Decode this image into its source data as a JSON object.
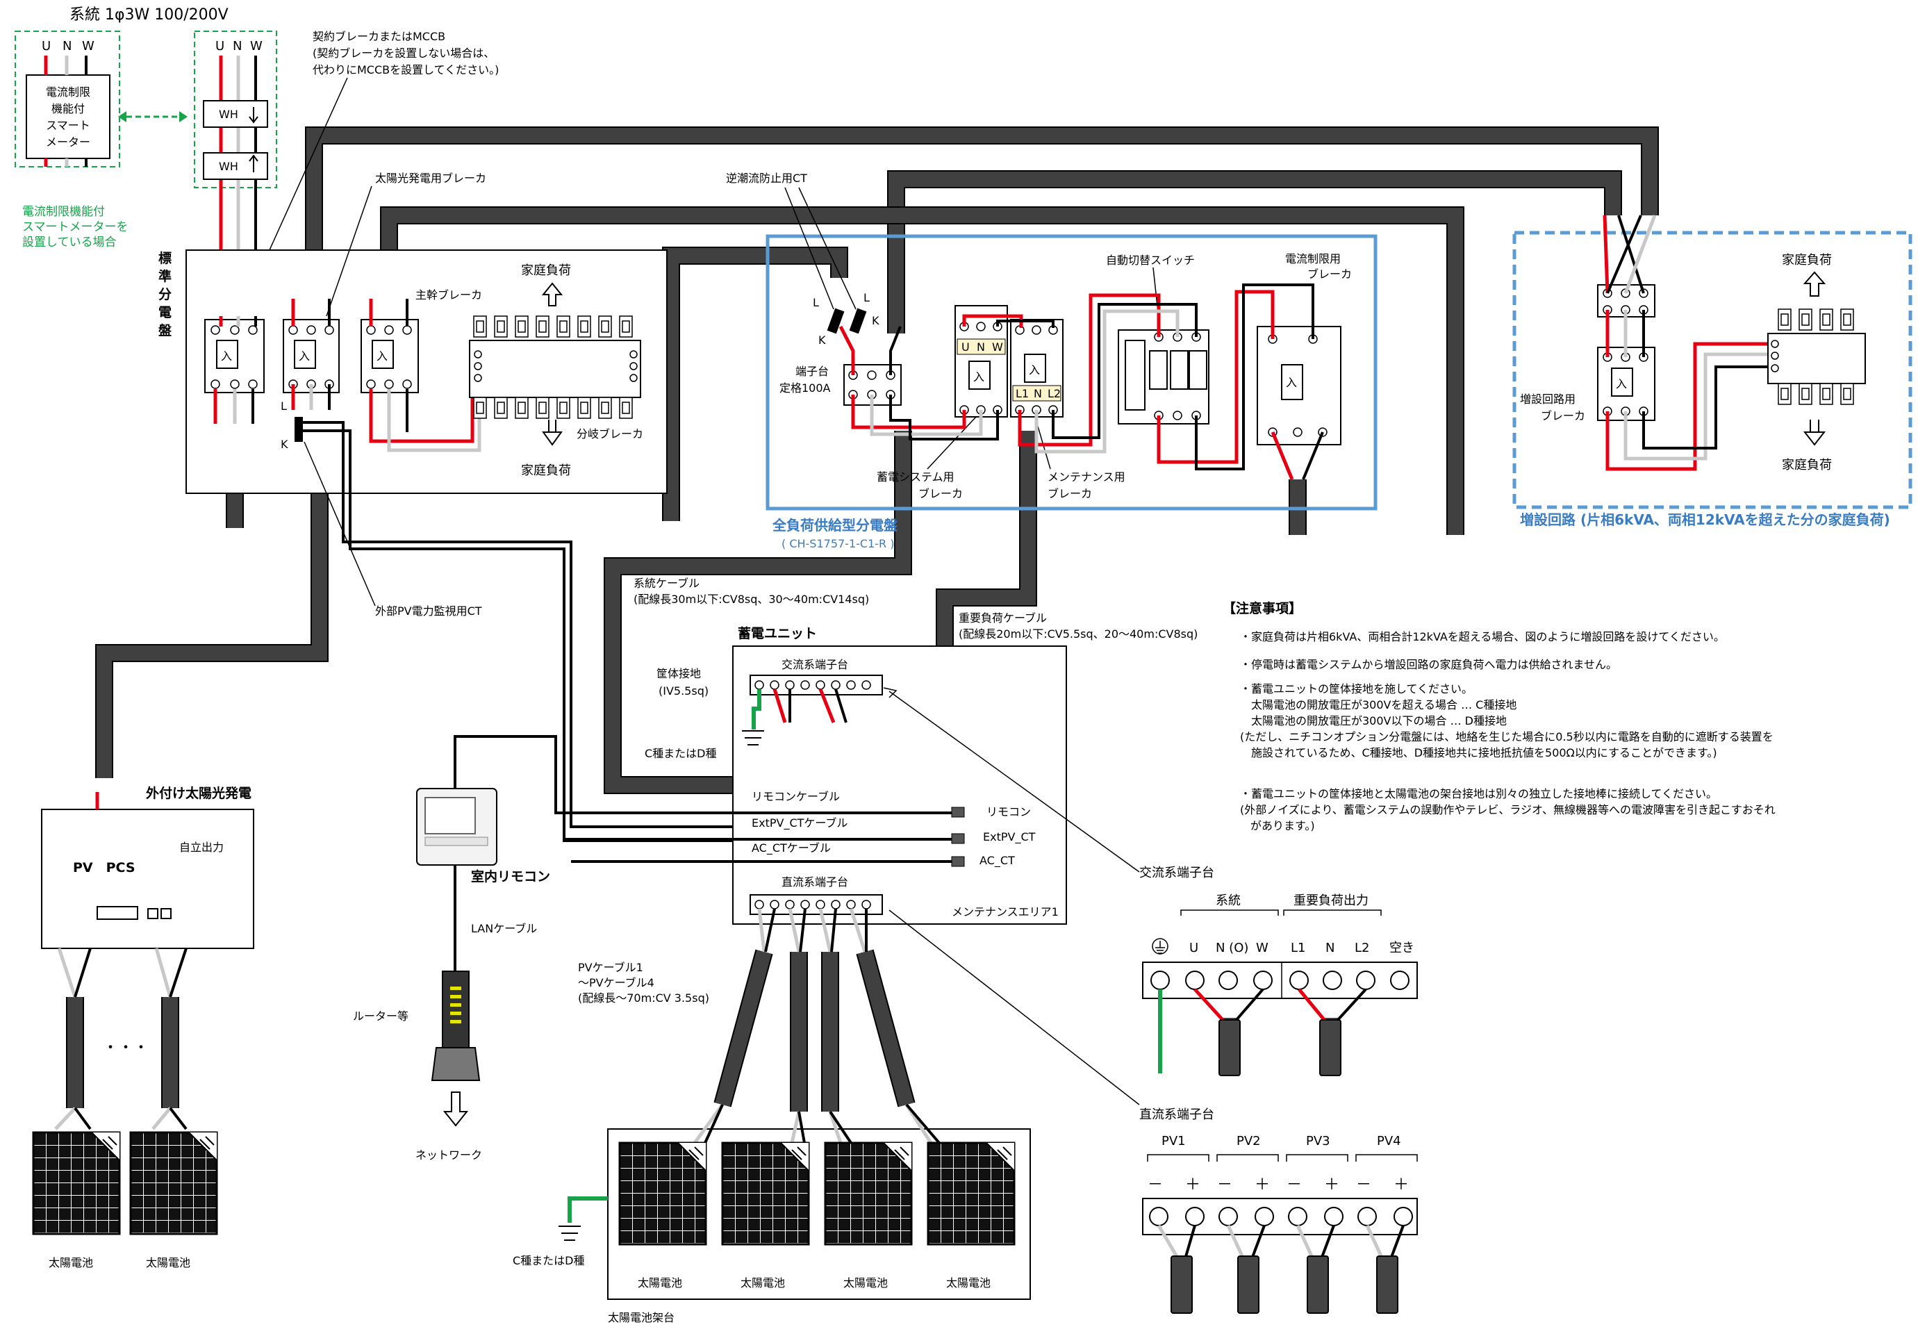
{
  "title": "系統 1φ3W 100/200V",
  "meter": {
    "phase_labels": [
      "U",
      "N",
      "W"
    ],
    "smart_meter_label": [
      "電流制限",
      "機能付",
      "スマート",
      "メーター"
    ],
    "smart_meter_note": [
      "電流制限機能付",
      "スマートメーターを",
      "設置している場合"
    ],
    "wh": "WH"
  },
  "contract_breaker_note": [
    "契約ブレーカまたはMCCB",
    "(契約ブレーカを設置しない場合は、",
    "代わりにMCCBを設置してください。)"
  ],
  "standard_panel": {
    "label": [
      "標",
      "準",
      "分",
      "電",
      "盤"
    ],
    "pv_breaker": "太陽光発電用ブレーカ",
    "main_breaker": "主幹ブレーカ",
    "household_load": "家庭負荷",
    "branch_breaker": "分岐ブレーカ",
    "breaker_symbol": "入",
    "ct_l": "L",
    "ct_k": "K"
  },
  "external_pv_ct": "外部PV電力監視用CT",
  "reverse_ct": "逆潮流防止用CT",
  "full_load_panel": {
    "title": "全負荷供給型分電盤",
    "model": "( CH-S1757-1-C1-R )",
    "terminal": [
      "端子台",
      "定格100A"
    ],
    "auto_switch": "自動切替スイッチ",
    "current_limit_breaker": [
      "電流制限用",
      "ブレーカ"
    ],
    "storage_breaker": [
      "蓄電システム用",
      "ブレーカ"
    ],
    "maintenance_breaker": [
      "メンテナンス用",
      "ブレーカ"
    ],
    "uvw": [
      "U",
      "N",
      "W"
    ],
    "lnl": [
      "L1",
      "N",
      "L2"
    ]
  },
  "extension": {
    "household_load": "家庭負荷",
    "breaker": [
      "増設回路用",
      "ブレーカ"
    ],
    "title": "増設回路 (片相6kVA、両相12kVAを超えた分の家庭負荷)"
  },
  "grid_cable": [
    "系統ケーブル",
    "(配線長30m以下:CV8sq、30～40m:CV14sq)"
  ],
  "important_cable": [
    "重要負荷ケーブル",
    "(配線長20m以下:CV5.5sq、20～40m:CV8sq)"
  ],
  "storage_unit": {
    "title": "蓄電ユニット",
    "ac_terminal": "交流系端子台",
    "dc_terminal": "直流系端子台",
    "ground": [
      "筐体接地",
      "(IV5.5sq)"
    ],
    "ground_type": "C種またはD種",
    "remote_cable": "リモコンケーブル",
    "extpv_cable": "ExtPV_CTケーブル",
    "ac_ct_cable": "AC_CTケーブル",
    "remote": "リモコン",
    "extpv": "ExtPV_CT",
    "ac_ct": "AC_CT",
    "maintenance_area": "メンテナンスエリア1"
  },
  "notes": {
    "heading": "【注意事項】",
    "lines": [
      "・家庭負荷は片相6kVA、両相合計12kVAを超える場合、図のように増設回路を設けてください。",
      "・停電時は蓄電システムから増設回路の家庭負荷へ電力は供給されません。",
      "・蓄電ユニットの筐体接地を施してください。",
      "　太陽電池の開放電圧が300Vを超える場合 … C種接地",
      "　太陽電池の開放電圧が300V以下の場合 … D種接地",
      "(ただし、ニチコンオプション分電盤には、地絡を生じた場合に0.5秒以内に電路を自動的に遮断する装置を",
      "　施設されているため、C種接地、D種接地共に接地抵抗値を500Ω以内にすることができます。)",
      "・蓄電ユニットの筐体接地と太陽電池の架台接地は別々の独立した接地棒に接続してください。",
      "(外部ノイズにより、蓄電システムの誤動作やテレビ、ラジオ、無線機器等への電波障害を引き起こすおそれ",
      "があります。)"
    ]
  },
  "ac_detail": {
    "title": "交流系端子台",
    "grid": "系統",
    "important_output": "重要負荷出力",
    "labels": [
      "U",
      "N (O)",
      "W",
      "L1",
      "N",
      "L2",
      "空き"
    ]
  },
  "dc_detail": {
    "title": "直流系端子台",
    "pv": [
      "PV1",
      "PV2",
      "PV3",
      "PV4"
    ],
    "minus": "－",
    "plus": "＋"
  },
  "pv_external": {
    "title": "外付け太陽光発電",
    "pcs": "PV　PCS",
    "self_output": "自立出力",
    "dots": "・・・",
    "solar": "太陽電池"
  },
  "remote": {
    "title": "室内リモコン",
    "lan": "LANケーブル",
    "router": "ルーター等",
    "network": "ネットワーク"
  },
  "pv_cables": [
    "PVケーブル1",
    "～PVケーブル4",
    "(配線長～70m:CV 3.5sq)"
  ],
  "solar_rack": {
    "solar": "太陽電池",
    "rack": "太陽電池架台",
    "ground_type": "C種またはD種"
  }
}
